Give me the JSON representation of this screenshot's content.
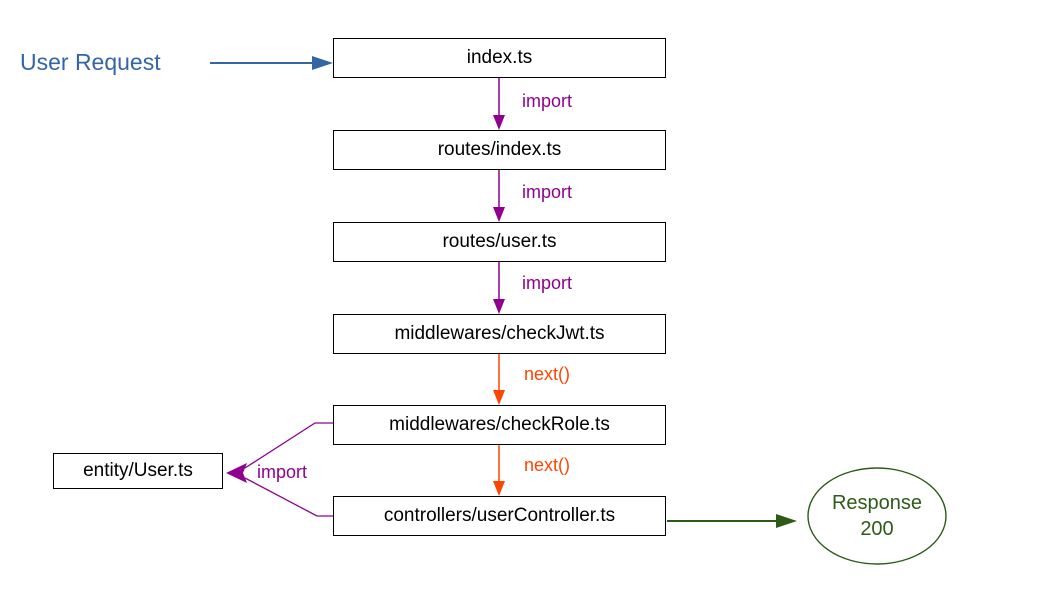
{
  "colors": {
    "blue": "#3465a4",
    "purple": "#90008e",
    "orange": "#ff4500",
    "green": "#2d5b17",
    "box_border": "#000000",
    "box_text": "#000000",
    "background": "#ffffff"
  },
  "diagram": {
    "start": {
      "label": "User Request"
    },
    "nodes": [
      {
        "id": "index",
        "label": "index.ts"
      },
      {
        "id": "routes-index",
        "label": "routes/index.ts"
      },
      {
        "id": "routes-user",
        "label": "routes/user.ts"
      },
      {
        "id": "check-jwt",
        "label": "middlewares/checkJwt.ts"
      },
      {
        "id": "check-role",
        "label": "middlewares/checkRole.ts"
      },
      {
        "id": "user-controller",
        "label": "controllers/userController.ts"
      },
      {
        "id": "entity-user",
        "label": "entity/User.ts"
      }
    ],
    "terminal": {
      "line1": "Response",
      "line2": "200"
    },
    "edges": [
      {
        "from": "User Request",
        "to": "index.ts",
        "label": "",
        "color": "blue"
      },
      {
        "from": "index.ts",
        "to": "routes/index.ts",
        "label": "import",
        "color": "purple"
      },
      {
        "from": "routes/index.ts",
        "to": "routes/user.ts",
        "label": "import",
        "color": "purple"
      },
      {
        "from": "routes/user.ts",
        "to": "middlewares/checkJwt.ts",
        "label": "import",
        "color": "purple"
      },
      {
        "from": "middlewares/checkJwt.ts",
        "to": "middlewares/checkRole.ts",
        "label": "next()",
        "color": "orange"
      },
      {
        "from": "middlewares/checkRole.ts",
        "to": "controllers/userController.ts",
        "label": "next()",
        "color": "orange"
      },
      {
        "from": "middlewares/checkRole.ts, controllers/userController.ts",
        "to": "entity/User.ts",
        "label": "import",
        "color": "purple"
      },
      {
        "from": "controllers/userController.ts",
        "to": "Response 200",
        "label": "",
        "color": "green"
      }
    ]
  }
}
